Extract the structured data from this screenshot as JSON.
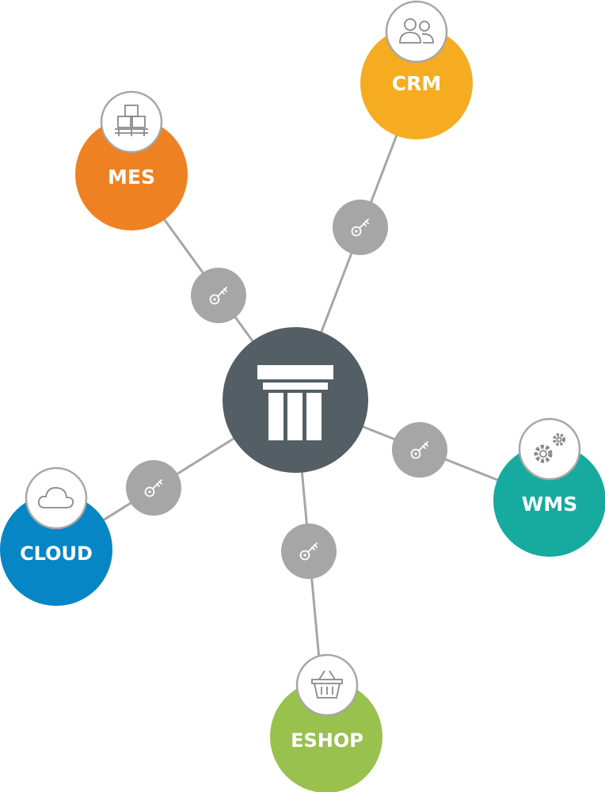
{
  "hub": {
    "icon": "pillar-icon",
    "color": "#535f64"
  },
  "connector": {
    "icon": "key-icon",
    "color": "#a6a6a6",
    "line_color": "#a6a6a6"
  },
  "nodes": [
    {
      "id": "crm",
      "label": "CRM",
      "color": "#f5ac20",
      "icon": "people-icon"
    },
    {
      "id": "mes",
      "label": "MES",
      "color": "#ee8222",
      "icon": "boxes-icon"
    },
    {
      "id": "wms",
      "label": "WMS",
      "color": "#16ab9e",
      "icon": "gears-icon"
    },
    {
      "id": "cloud",
      "label": "CLOUD",
      "color": "#0686c4",
      "icon": "cloud-icon"
    },
    {
      "id": "eshop",
      "label": "ESHOP",
      "color": "#98c14e",
      "icon": "basket-icon"
    }
  ]
}
